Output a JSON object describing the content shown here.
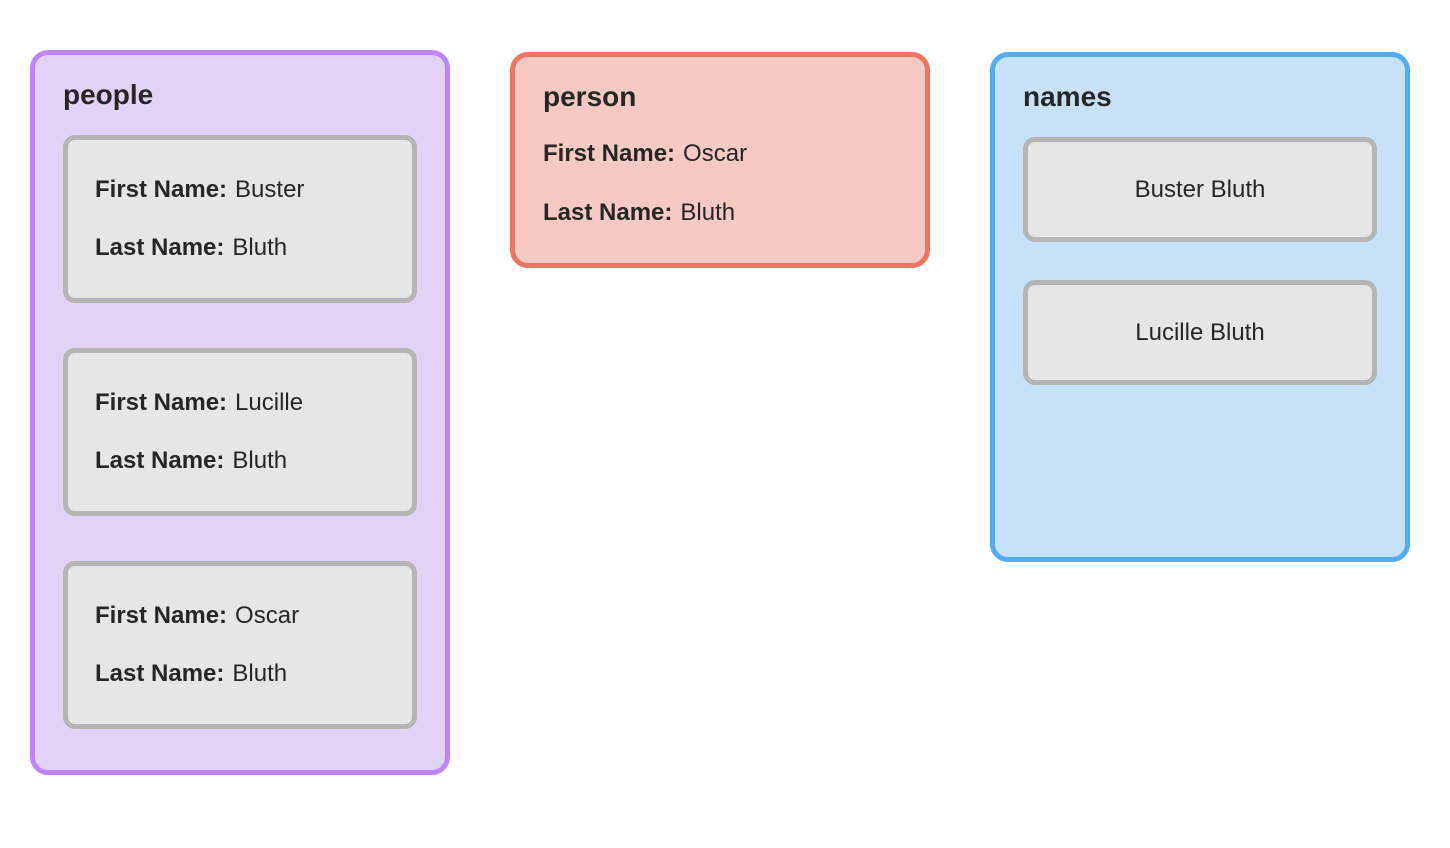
{
  "theme": {
    "canvas-bg": "#ffffff",
    "text": "#262626",
    "people-border": "#c183fb",
    "people-bg": "#e3d2f7",
    "person-border": "#ec7661",
    "person-bg": "#f6c9c2",
    "names-border": "#52acf3",
    "names-bg": "#c6e1f9",
    "card-border": "#b5b5b5",
    "card-bg": "#e6e6e6"
  },
  "panels": {
    "people": {
      "title": "people",
      "items": [
        {
          "first_label": "First Name:",
          "first_value": "Buster",
          "last_label": "Last Name:",
          "last_value": "Bluth"
        },
        {
          "first_label": "First Name:",
          "first_value": "Lucille",
          "last_label": "Last Name:",
          "last_value": "Bluth"
        },
        {
          "first_label": "First Name:",
          "first_value": "Oscar",
          "last_label": "Last Name:",
          "last_value": "Bluth"
        }
      ]
    },
    "person": {
      "title": "person",
      "first_label": "First Name:",
      "first_value": "Oscar",
      "last_label": "Last Name:",
      "last_value": "Bluth"
    },
    "names": {
      "title": "names",
      "items": [
        {
          "full_name": "Buster Bluth"
        },
        {
          "full_name": "Lucille Bluth"
        }
      ]
    }
  }
}
